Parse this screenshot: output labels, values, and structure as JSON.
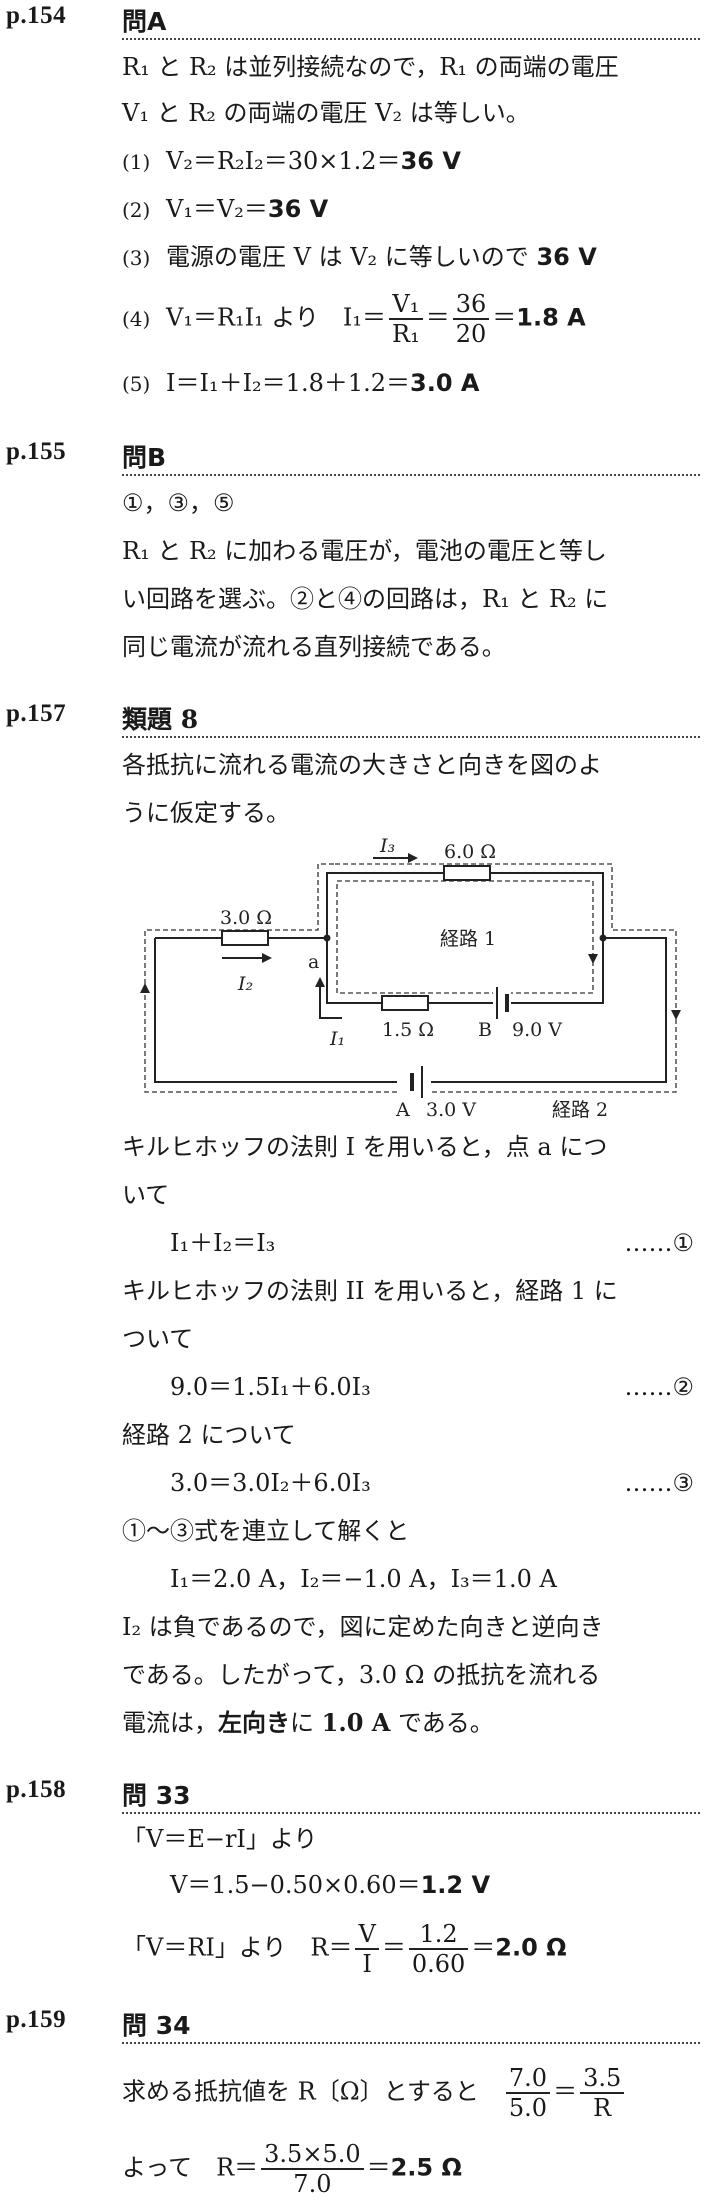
{
  "sections": [
    {
      "page": "p.154",
      "title": "問A",
      "lines": [
        "R₁ と R₂ は並列接続なので，R₁ の両端の電圧",
        "V₁ と R₂ の両端の電圧 V₂ は等しい。"
      ],
      "items": [
        {
          "num": "(1)",
          "text": "V₂＝R₂I₂＝30×1.2＝",
          "ans": "36 V"
        },
        {
          "num": "(2)",
          "text": "V₁＝V₂＝",
          "ans": "36 V"
        },
        {
          "num": "(3)",
          "text": "電源の電圧 V は V₂ に等しいので ",
          "ans": "36 V"
        },
        {
          "num": "(4)",
          "text": "V₁＝R₁I₁ より　I₁＝",
          "frac1_num": "V₁",
          "frac1_den": "R₁",
          "frac2_num": "36",
          "frac2_den": "20",
          "ans": "1.8 A"
        },
        {
          "num": "(5)",
          "text": "I＝I₁＋I₂＝1.8＋1.2＝",
          "ans": "3.0 A"
        }
      ]
    },
    {
      "page": "p.155",
      "title": "問B",
      "lines": [
        "①，③，⑤",
        "R₁ と R₂ に加わる電圧が，電池の電圧と等し",
        "い回路を選ぶ。②と④の回路は，R₁ と R₂ に",
        "同じ電流が流れる直列接続である。"
      ]
    },
    {
      "page": "p.157",
      "title": "類題 8",
      "lines_before": [
        "各抵抗に流れる電流の大きさと向きを図のよ",
        "うに仮定する。"
      ],
      "diagram": {
        "r3": "6.0 Ω",
        "i3": "I₃",
        "r2": "3.0 Ω",
        "i2": "I₂",
        "node_a": "a",
        "loop1": "経路 1",
        "i1": "I₁",
        "r1": "1.5 Ω",
        "node_b": "B",
        "e1": "9.0 V",
        "node_A": "A",
        "e2": "3.0 V",
        "loop2": "経路 2"
      },
      "lines_after": [
        "キルヒホッフの法則 I を用いると，点 a につ",
        "いて",
        "I₁＋I₂＝I₃",
        "キルヒホッフの法則 II を用いると，経路 1 に",
        "ついて",
        "9.0＝1.5I₁＋6.0I₃",
        "経路 2 について",
        "3.0＝3.0I₂＋6.0I₃",
        "①〜③式を連立して解くと",
        "I₁＝2.0 A，I₂＝−1.0 A，I₃＝1.0 A",
        "I₂ は負であるので，図に定めた向きと逆向き",
        "である。したがって，3.0 Ω の抵抗を流れる",
        "電流は，"
      ],
      "marks": [
        "……①",
        "……②",
        "……③"
      ],
      "final_bold1": "左向き",
      "final_mid": "に ",
      "final_bold2": "1.0 A",
      "final_end": " である。"
    },
    {
      "page": "p.158",
      "title": "問 33",
      "lines": [
        "「V＝E−rI」より",
        "V＝1.5−0.50×0.60＝"
      ],
      "ans1": "1.2 V",
      "line3": "「V＝RI」より　R＝",
      "frac1_num": "V",
      "frac1_den": "I",
      "frac2_num": "1.2",
      "frac2_den": "0.60",
      "ans2": "2.0 Ω"
    },
    {
      "page": "p.159",
      "title": "問 34",
      "line1": "求める抵抗値を R〔Ω〕とすると",
      "eq_num1": "7.0",
      "eq_den1": "5.0",
      "eq_num2": "3.5",
      "eq_den2": "R",
      "line2": "よって　R＝",
      "frac_num": "3.5×5.0",
      "frac_den": "7.0",
      "ans": "2.5 Ω"
    }
  ]
}
